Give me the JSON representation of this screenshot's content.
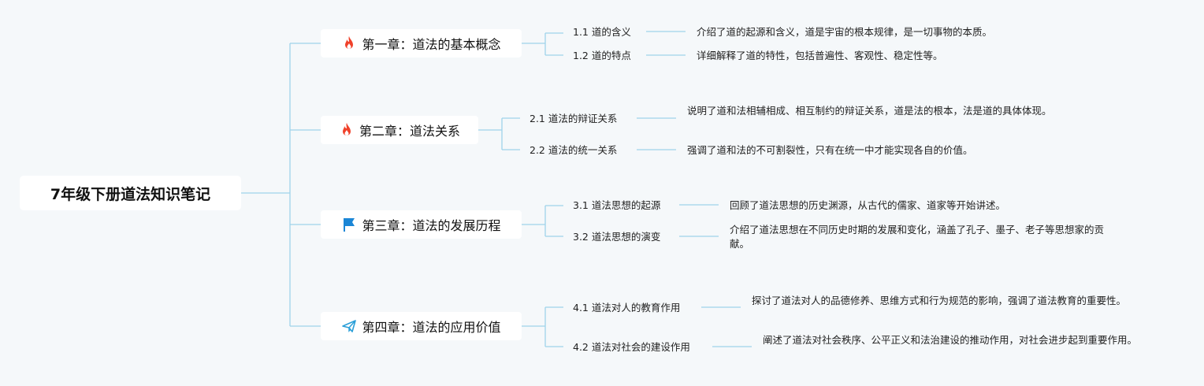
{
  "root": {
    "title": "7年级下册道法知识笔记"
  },
  "chapters": [
    {
      "title": "第一章：道法的基本概念",
      "icon": "fire-icon",
      "sections": [
        {
          "title": "1.1 道的含义",
          "desc": "介绍了道的起源和含义，道是宇宙的根本规律，是一切事物的本质。"
        },
        {
          "title": "1.2 道的特点",
          "desc": "详细解释了道的特性，包括普遍性、客观性、稳定性等。"
        }
      ]
    },
    {
      "title": "第二章：道法关系",
      "icon": "fire-icon",
      "sections": [
        {
          "title": "2.1 道法的辩证关系",
          "desc": "说明了道和法相辅相成、相互制约的辩证关系，道是法的根本，法是道的具体体现。"
        },
        {
          "title": "2.2 道法的统一关系",
          "desc": "强调了道和法的不可割裂性，只有在统一中才能实现各自的价值。"
        }
      ]
    },
    {
      "title": "第三章：道法的发展历程",
      "icon": "flag-icon",
      "sections": [
        {
          "title": "3.1 道法思想的起源",
          "desc": "回顾了道法思想的历史渊源，从古代的儒家、道家等开始讲述。"
        },
        {
          "title": "3.2 道法思想的演变",
          "desc": "介绍了道法思想在不同历史时期的发展和变化，涵盖了孔子、墨子、老子等思想家的贡献。"
        }
      ]
    },
    {
      "title": "第四章：道法的应用价值",
      "icon": "paper-plane-icon",
      "sections": [
        {
          "title": "4.1 道法对人的教育作用",
          "desc": "探讨了道法对人的品德修养、思维方式和行为规范的影响，强调了道法教育的重要性。"
        },
        {
          "title": "4.2 道法对社会的建设作用",
          "desc": "阐述了道法对社会秩序、公平正义和法治建设的推动作用，对社会进步起到重要作用。"
        }
      ]
    }
  ],
  "colors": {
    "connector": "#9fd3ea",
    "fire": "#f0412a",
    "flag": "#1b86d6",
    "plane": "#2a9fd8"
  }
}
